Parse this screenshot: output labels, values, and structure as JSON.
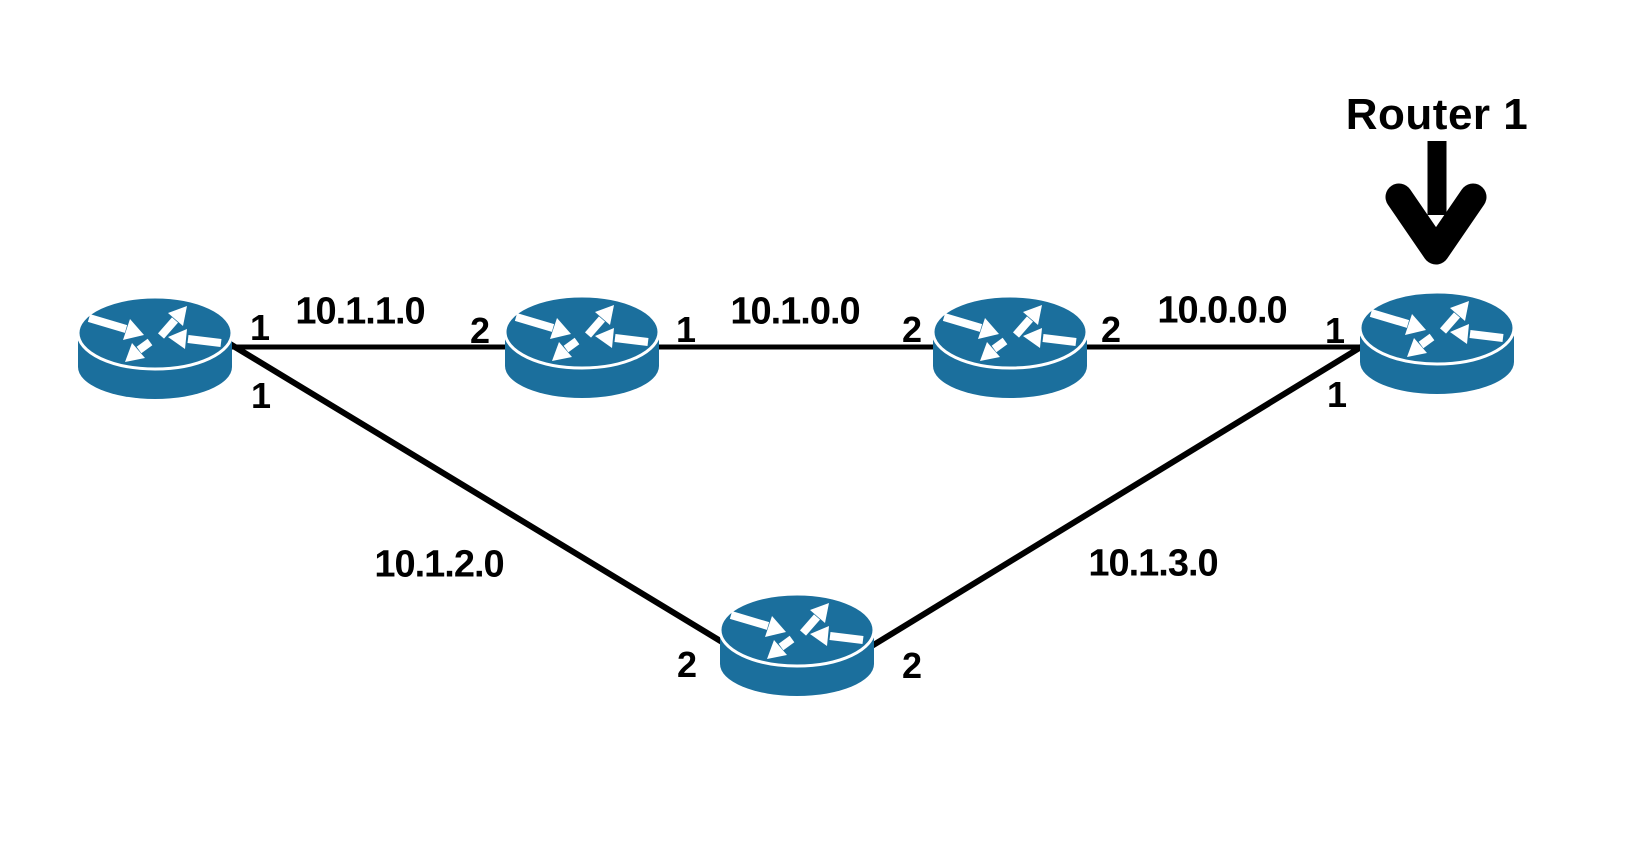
{
  "colors": {
    "router_fill": "#1B6F9D",
    "line": "#000000",
    "text": "#000000",
    "background": "#FFFFFF"
  },
  "annotation": {
    "label": "Router 1",
    "points_to": "router-1"
  },
  "nodes": [
    {
      "id": "router-a",
      "icon": "cisco-router-icon"
    },
    {
      "id": "router-b",
      "icon": "cisco-router-icon"
    },
    {
      "id": "router-c",
      "icon": "cisco-router-icon"
    },
    {
      "id": "router-1",
      "icon": "cisco-router-icon",
      "label": "Router 1"
    },
    {
      "id": "router-e",
      "icon": "cisco-router-icon"
    }
  ],
  "links": [
    {
      "network": "10.1.1.0",
      "from": "router-a",
      "from_port": "1",
      "to": "router-b",
      "to_port": "2"
    },
    {
      "network": "10.1.0.0",
      "from": "router-b",
      "from_port": "1",
      "to": "router-c",
      "to_port": "2"
    },
    {
      "network": "10.0.0.0",
      "from": "router-c",
      "from_port": "2",
      "to": "router-1",
      "to_port": "1"
    },
    {
      "network": "10.1.2.0",
      "from": "router-a",
      "from_port": "1",
      "to": "router-e",
      "to_port": "2"
    },
    {
      "network": "10.1.3.0",
      "from": "router-e",
      "from_port": "2",
      "to": "router-1",
      "to_port": "1"
    }
  ]
}
